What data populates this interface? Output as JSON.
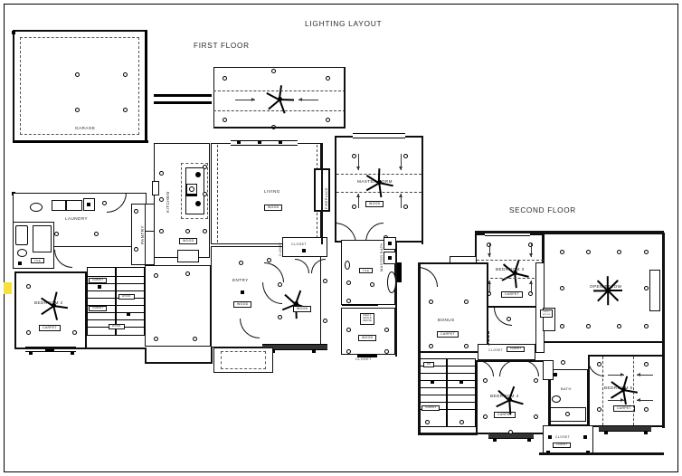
{
  "sheet": {
    "title": "LIGHTING LAYOUT",
    "first_floor_label": "FIRST FLOOR",
    "second_floor_label": "SECOND FLOOR",
    "background_color": "#ffffff",
    "line_color": "#000000",
    "marker_color": "#f5e03c"
  },
  "first_floor": {
    "rooms": [
      {
        "name": "GARAGE",
        "material": ""
      },
      {
        "name": "LAUNDRY",
        "material": ""
      },
      {
        "name": "KITCHEN",
        "material": "WOOD"
      },
      {
        "name": "PANTRY",
        "material": ""
      },
      {
        "name": "LIVING",
        "material": "WOOD"
      },
      {
        "name": "FIREPLACE",
        "material": ""
      },
      {
        "name": "MASTER BDRM",
        "material": "WOOD"
      },
      {
        "name": "MASTER BATH",
        "material": "TILE"
      },
      {
        "name": "ENTRY",
        "material": "WOOD"
      },
      {
        "name": "CLOSET",
        "material": ""
      },
      {
        "name": "CLOSET",
        "material": "WOOD"
      },
      {
        "name": "BEDROOM 2",
        "material": "CARPET"
      },
      {
        "name": "BATH",
        "material": ""
      }
    ],
    "stair_tags": [
      "CARPET",
      "WOOD",
      "CARPET",
      "WOOD"
    ],
    "small_tags": [
      "TILE",
      "UP"
    ]
  },
  "second_floor": {
    "rooms": [
      {
        "name": "OPEN BELOW",
        "material": ""
      },
      {
        "name": "BONUS",
        "material": "CARPET"
      },
      {
        "name": "BEDROOM 3",
        "material": "CARPET"
      },
      {
        "name": "BEDROOM 4",
        "material": "CARPET"
      },
      {
        "name": "BEDROOM 5",
        "material": "CARPET"
      },
      {
        "name": "BATH",
        "material": ""
      },
      {
        "name": "CLOSET",
        "material": ""
      },
      {
        "name": "CLOSET",
        "material": "CARPET"
      },
      {
        "name": "CLOSET",
        "material": "CARPET"
      }
    ],
    "stair_tags": [
      "CARPET",
      "DN"
    ]
  },
  "legend_note": {
    "fan_symbol": "ceiling-fan",
    "can_symbol": "recessed-can-light",
    "surface_symbol": "surface-mount-fixture"
  }
}
